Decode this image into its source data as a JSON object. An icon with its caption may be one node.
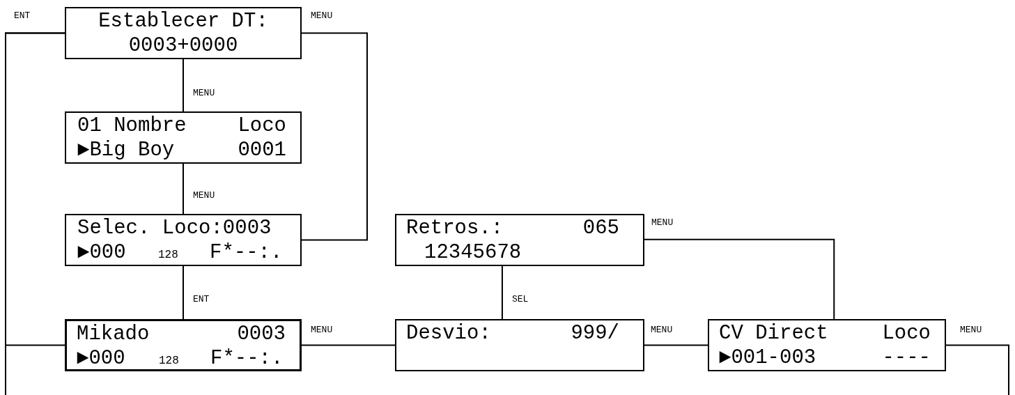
{
  "diagram": {
    "nodes": [
      {
        "text": [
          "Establecer DT:",
          "0003+0000"
        ]
      },
      {
        "text": [
          "01 Nombre",
          "Loco",
          "►Big Boy",
          "0001"
        ]
      },
      {
        "text": [
          "Selec. Loco:0003",
          "►000",
          "128",
          "F*--:."
        ]
      },
      {
        "text": [
          "Retros.:",
          "065",
          "12345678"
        ]
      },
      {
        "text": [
          "Mikado",
          "0003",
          "►000",
          "128",
          "F*--:."
        ]
      },
      {
        "text": [
          "Desvio:",
          "999/"
        ]
      },
      {
        "text": [
          "CV Direct",
          "Loco",
          "►001-003",
          "----"
        ]
      }
    ],
    "edges": [
      {
        "from": 0,
        "to": 1,
        "arrow": "none",
        "label": "MENU"
      },
      {
        "from": 1,
        "to": 2,
        "arrow": "none",
        "label": "MENU"
      },
      {
        "from": 2,
        "to": 0,
        "arrow": "none",
        "label": "MENU"
      },
      {
        "from": 2,
        "to": 4,
        "arrow": "none",
        "label": "ENT"
      },
      {
        "from": 0,
        "to": 4,
        "arrow": "none",
        "label": "ENT"
      },
      {
        "from": 4,
        "to": 5,
        "arrow": "none",
        "label": "MENU"
      },
      {
        "from": 3,
        "to": 5,
        "arrow": "none",
        "label": "SEL"
      },
      {
        "from": 5,
        "to": 6,
        "arrow": "none",
        "label": "MENU"
      },
      {
        "from": 6,
        "to": 3,
        "arrow": "none",
        "label": "MENU"
      },
      {
        "from": 6,
        "to": null,
        "arrow": "none",
        "label": "MENU"
      },
      {
        "from": null,
        "to": 0,
        "arrow": "none"
      }
    ]
  }
}
